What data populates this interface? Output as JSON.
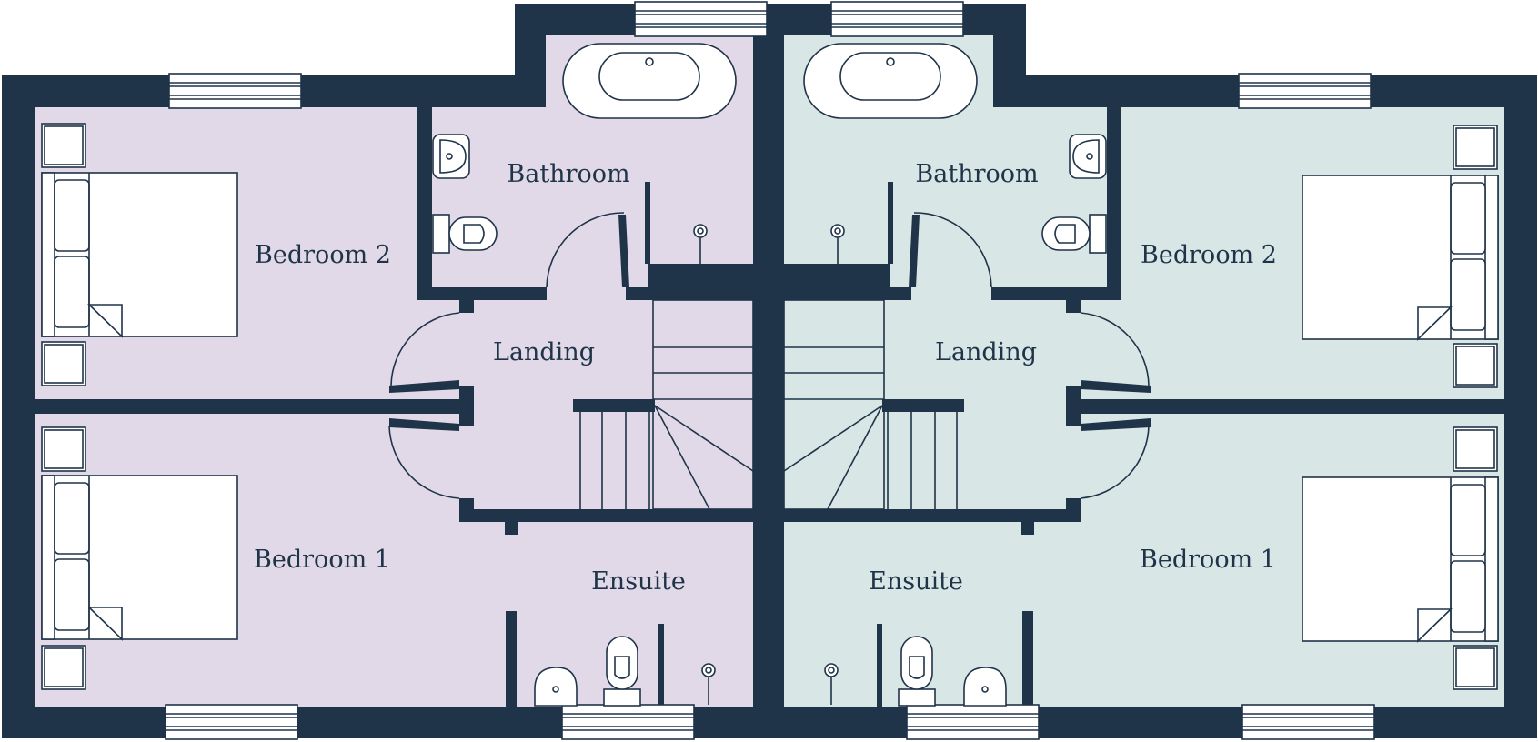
{
  "colors": {
    "wall": "#1f3349",
    "left_floor": "#e1d9e7",
    "right_floor": "#d9e6e6"
  },
  "left_unit": {
    "bedroom2": "Bedroom 2",
    "bedroom1": "Bedroom 1",
    "bathroom": "Bathroom",
    "landing": "Landing",
    "ensuite": "Ensuite"
  },
  "right_unit": {
    "bedroom2": "Bedroom 2",
    "bedroom1": "Bedroom 1",
    "bathroom": "Bathroom",
    "landing": "Landing",
    "ensuite": "Ensuite"
  }
}
